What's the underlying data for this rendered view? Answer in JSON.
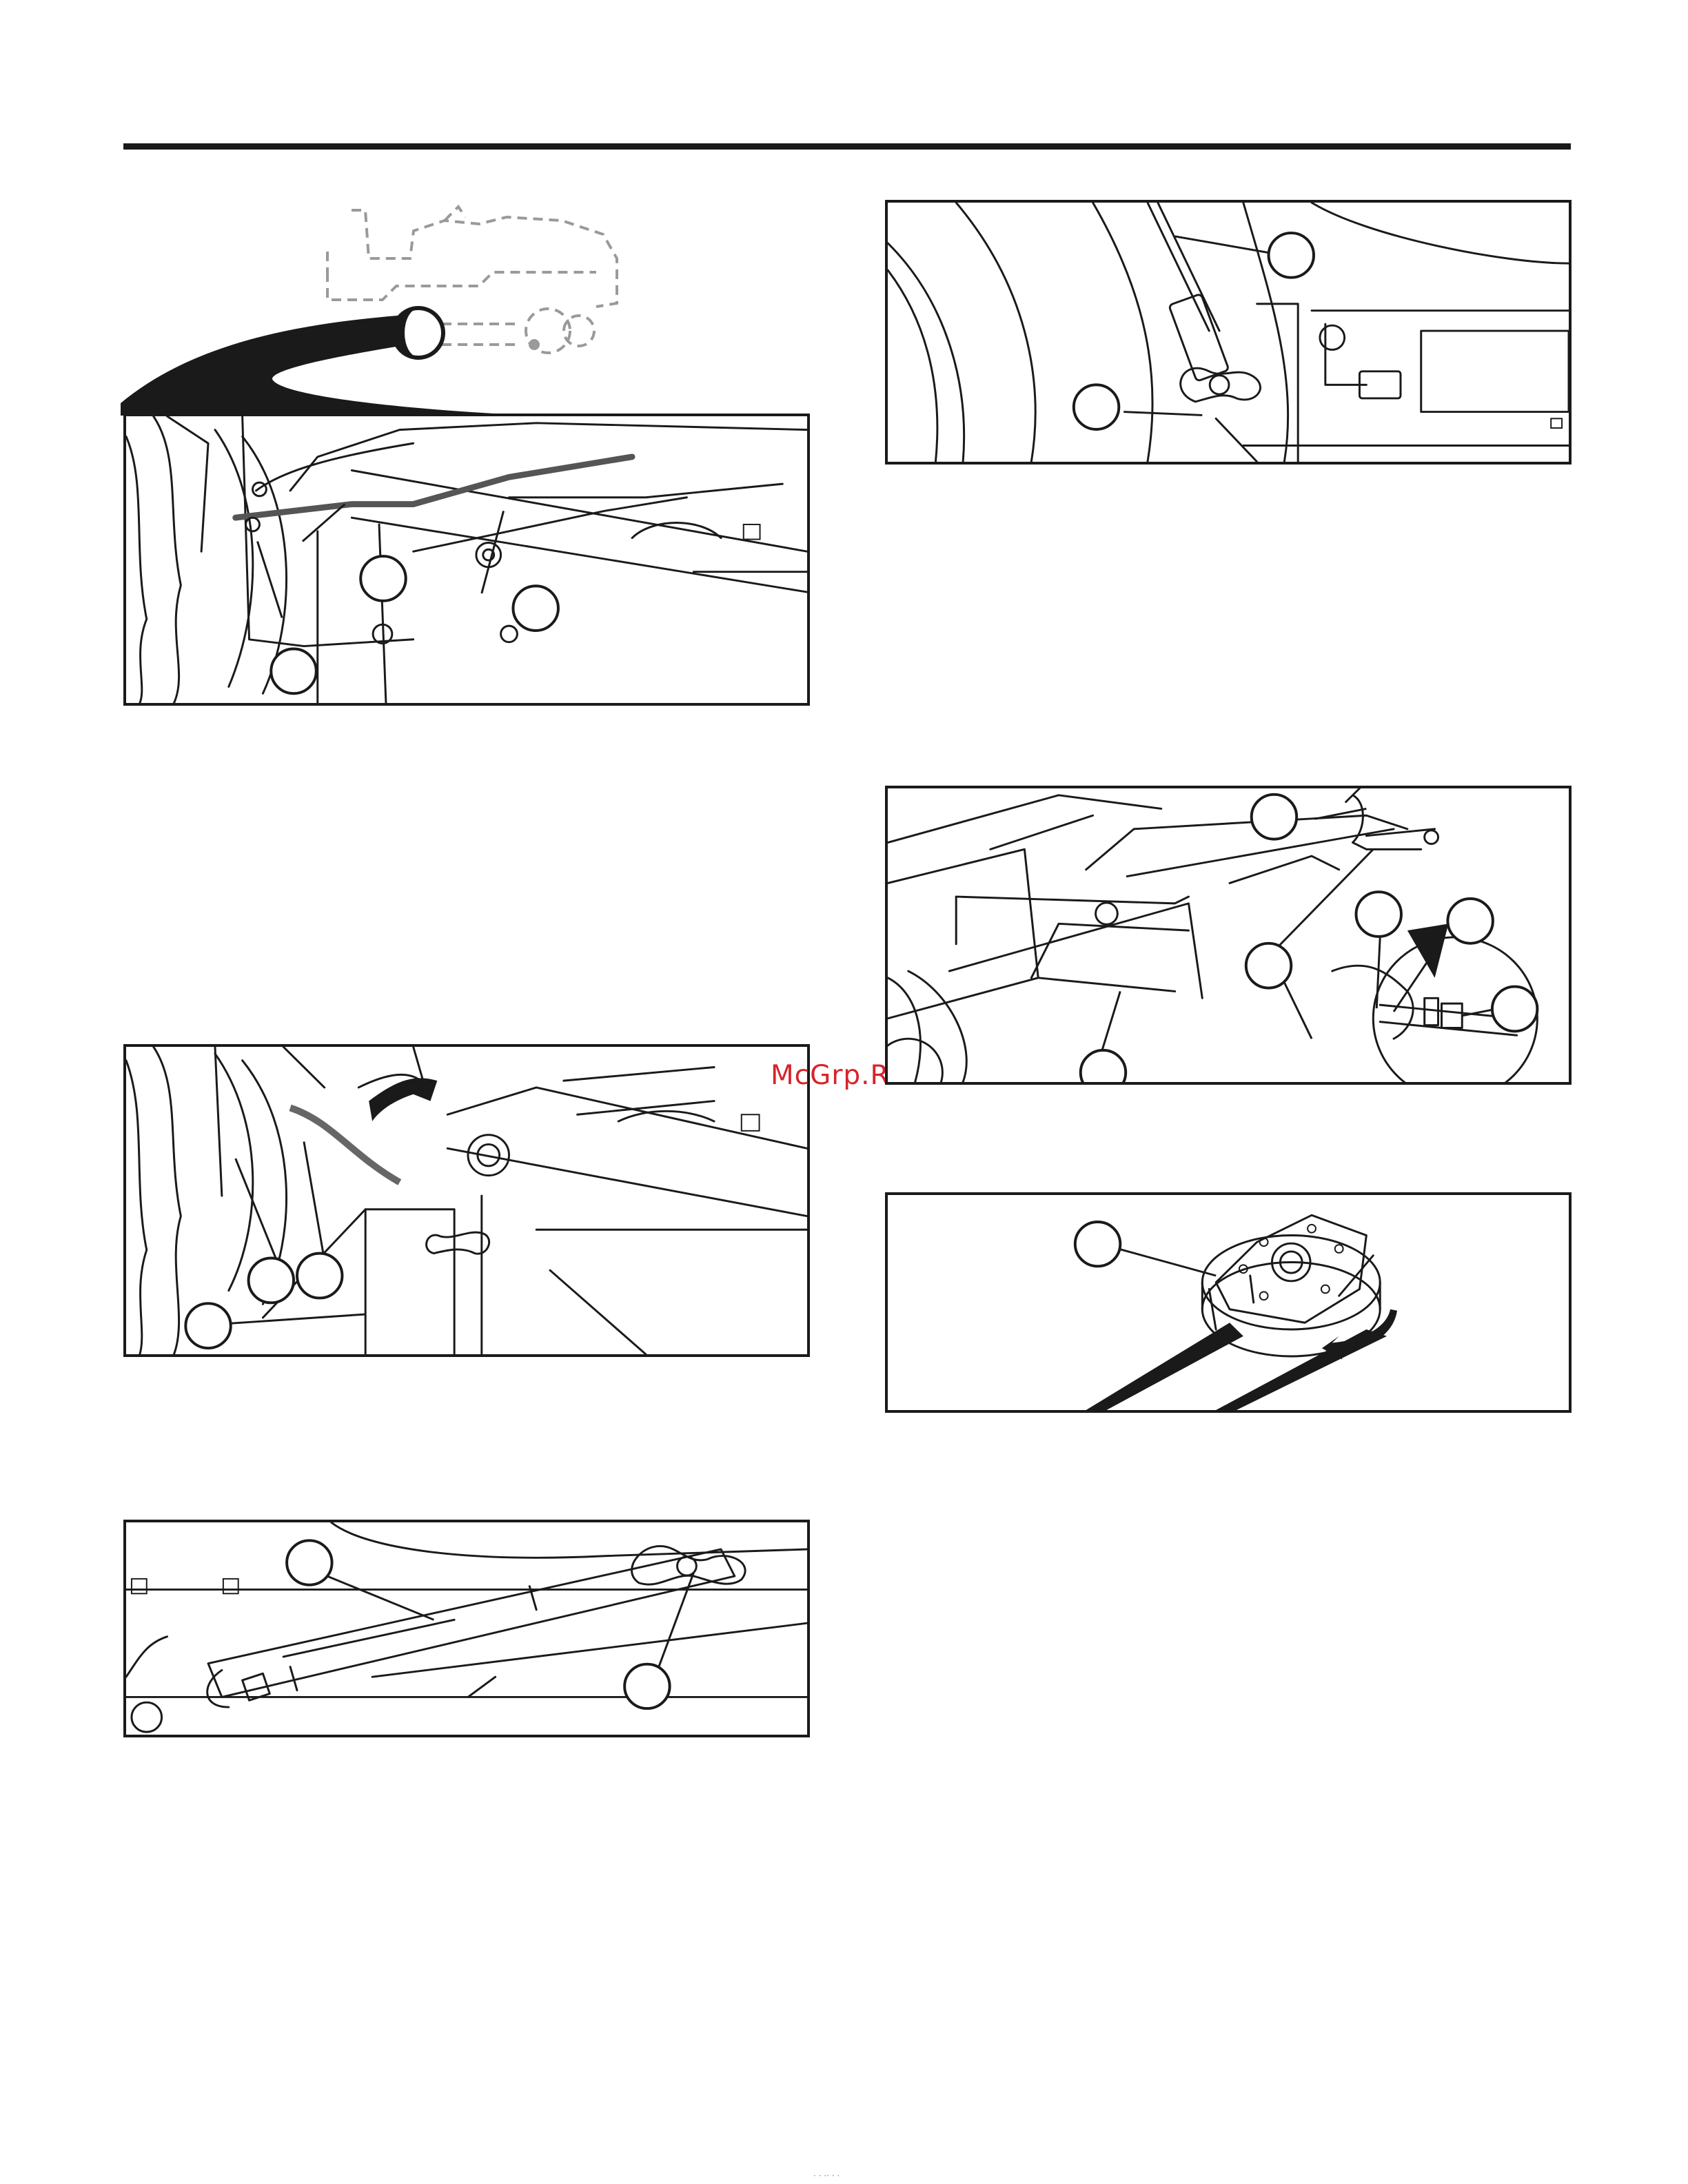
{
  "watermark": {
    "text": "McGrp.Ru"
  },
  "footer": {
    "text": "· · ··  ·  ·"
  },
  "figures": [
    {
      "id": "fig-1",
      "callouts": [
        "",
        "",
        ""
      ]
    },
    {
      "id": "fig-2",
      "callouts": [
        ""
      ]
    },
    {
      "id": "fig-3",
      "callouts": [
        "",
        "",
        ""
      ]
    },
    {
      "id": "fig-4",
      "callouts": [
        "",
        "",
        "",
        "",
        ""
      ]
    },
    {
      "id": "fig-5",
      "callouts": [
        "",
        ""
      ]
    },
    {
      "id": "fig-6",
      "callouts": [
        ""
      ]
    }
  ],
  "colors": {
    "line": "#1a1a1a",
    "ghost": "#9a9a9a",
    "watermark": "#d8232a",
    "paper": "#ffffff"
  },
  "icons": [
    "tractor-outline-icon",
    "magnifier-pointer-icon",
    "rotation-arrow-icon"
  ]
}
